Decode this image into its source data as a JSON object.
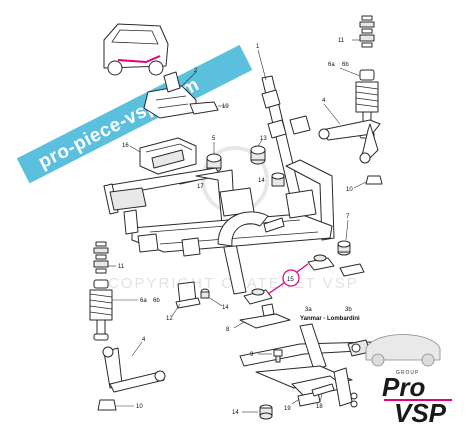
{
  "banner": {
    "text": "pro-piece-vsp.com",
    "color": "#5bc0de"
  },
  "watermark": {
    "text": "COPYRIGHT CHATENET VSP"
  },
  "logo": {
    "group": "GROUP",
    "word1": "Pro",
    "word2": "VSP",
    "accent_color": "#e4007c"
  },
  "highlight_color": "#e4007c",
  "callouts": {
    "c1": "1",
    "c2": "2",
    "c3a": "3a",
    "c3b": "3b",
    "c4_top": "4",
    "c4_bottom": "4",
    "c5": "5",
    "c6a_top": "6a",
    "c6b_top": "6b",
    "c6a_bottom": "6a",
    "c6b_bottom": "6b",
    "c7": "7",
    "c8": "8",
    "c9": "9",
    "c10_top": "10",
    "c10_bottom": "10",
    "c11_top": "11",
    "c11_bottom": "11",
    "c12": "12",
    "c13": "13",
    "c14_mid": "14",
    "c14_low": "14",
    "c14_bottom": "14",
    "c15": "15",
    "c16": "16",
    "c17": "17",
    "c18": "18",
    "c19_top": "19",
    "c19_bottom": "19"
  },
  "engine_label": "Yanmar - Lombardini"
}
